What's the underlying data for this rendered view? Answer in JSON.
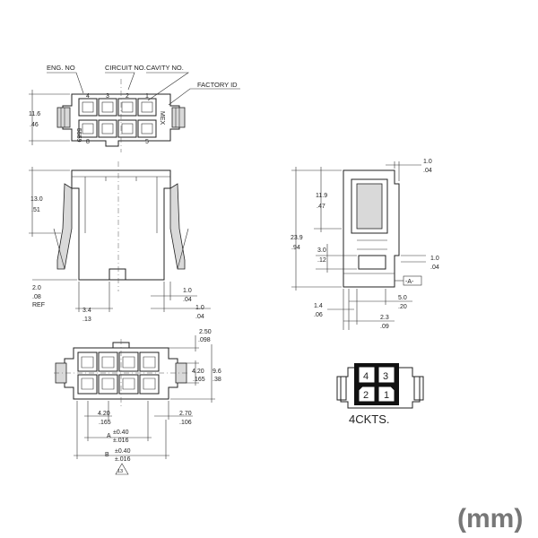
{
  "labels": {
    "eng_no": "ENG. NO",
    "circuit_no": "CIRCUIT NO.",
    "cavity_no": "CAVITY NO.",
    "factory_id": "FACTORY ID",
    "ckts": "4CKTS.",
    "unit": "(mm)",
    "ref": "REF",
    "datum_a": "-A-",
    "note_tri": "13"
  },
  "markings": {
    "top_nums": [
      "4",
      "3",
      "2",
      "1"
    ],
    "bottom_nums": [
      "8",
      "5"
    ],
    "eng_code": "5559",
    "factory_code": "MEX"
  },
  "cavity_view": {
    "nums": [
      "4",
      "3",
      "2",
      "1"
    ]
  },
  "dims": {
    "h11_6": {
      "a": "11.6",
      "b": ".46"
    },
    "h13_0": {
      "a": "13.0",
      "b": ".51"
    },
    "h2_0": {
      "a": "2.0",
      "b": ".08"
    },
    "w3_4": {
      "a": "3.4",
      "b": ".13"
    },
    "w1_0a": {
      "a": "1.0",
      "b": ".04"
    },
    "w1_0b": {
      "a": "1.0",
      "b": ".04"
    },
    "s1_0top": {
      "a": "1.0",
      "b": ".04"
    },
    "s11_9": {
      "a": "11.9",
      "b": ".47"
    },
    "s23_9": {
      "a": "23.9",
      "b": ".94"
    },
    "s3_0": {
      "a": "3.0",
      "b": ".12"
    },
    "s1_0mid": {
      "a": "1.0",
      "b": ".04"
    },
    "s1_4": {
      "a": "1.4",
      "b": ".06"
    },
    "s5_0": {
      "a": "5.0",
      "b": ".20"
    },
    "s2_3": {
      "a": "2.3",
      "b": ".09"
    },
    "b2_50": {
      "a": "2.50",
      "b": ".098"
    },
    "b4_20v": {
      "a": "4.20",
      "b": ".165"
    },
    "b9_6": {
      "a": "9.6",
      "b": ".38"
    },
    "b4_20h": {
      "a": "4.20",
      "b": ".165"
    },
    "b2_70": {
      "a": "2.70",
      "b": ".106"
    },
    "bA": {
      "a": "A",
      "tol1": "±0.40",
      "tol2": "±.016"
    },
    "bB": {
      "a": "B",
      "tol1": "±0.40",
      "tol2": "±.016"
    }
  }
}
